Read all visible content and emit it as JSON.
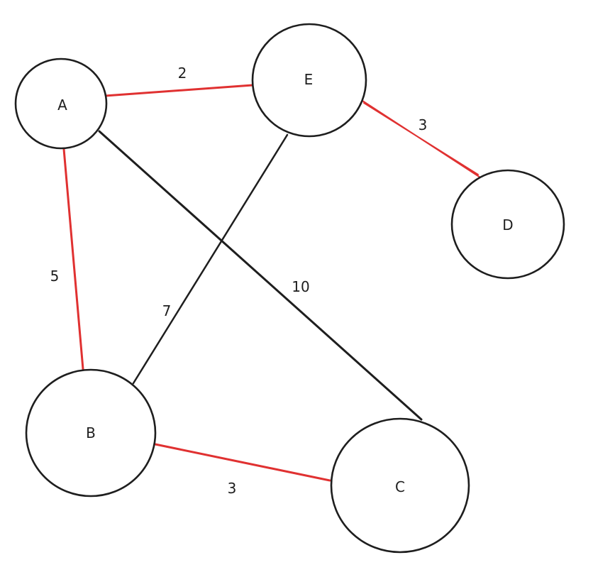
{
  "colors": {
    "highlighted_edge": "#e03131",
    "normal_edge": "#1e1e1e",
    "node_stroke": "#1e1e1e",
    "background": "#ffffff"
  },
  "nodes": [
    {
      "id": "A",
      "label": "A"
    },
    {
      "id": "E",
      "label": "E"
    },
    {
      "id": "D",
      "label": "D"
    },
    {
      "id": "B",
      "label": "B"
    },
    {
      "id": "C",
      "label": "C"
    }
  ],
  "edges": [
    {
      "id": "A-E",
      "from": "A",
      "to": "E",
      "weight": "2",
      "highlighted": true
    },
    {
      "id": "E-D",
      "from": "E",
      "to": "D",
      "weight": "3",
      "highlighted": true
    },
    {
      "id": "A-B",
      "from": "A",
      "to": "B",
      "weight": "5",
      "highlighted": true
    },
    {
      "id": "B-C",
      "from": "B",
      "to": "C",
      "weight": "3",
      "highlighted": true
    },
    {
      "id": "E-B",
      "from": "E",
      "to": "B",
      "weight": "7",
      "highlighted": false
    },
    {
      "id": "A-C",
      "from": "A",
      "to": "C",
      "weight": "10",
      "highlighted": false
    }
  ]
}
